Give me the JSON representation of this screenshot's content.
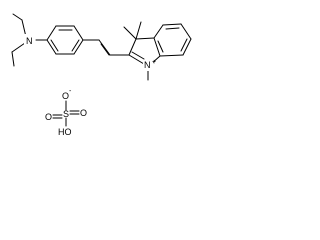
{
  "atoms": {
    "amine_nitrogen": "N",
    "indolium_nitrogen": "N",
    "indolium_charge": "+",
    "sulfur": "S",
    "sulfate_oxygen_anion": "O",
    "sulfate_oxygen_anion_charge": "-",
    "sulfate_oxygen_top_right": "O",
    "sulfate_oxygen_bottom_left": "O",
    "hydroxyl": "OH",
    "hydroxyl_prefix": "HO"
  }
}
